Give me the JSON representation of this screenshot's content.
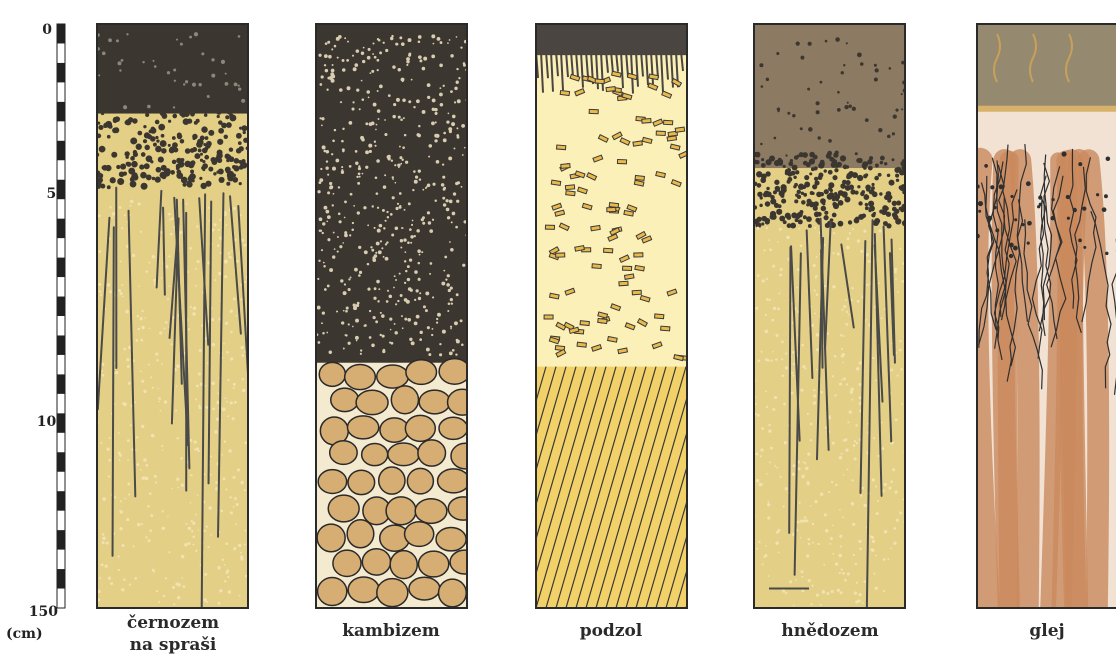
{
  "scale": {
    "ticks": [
      {
        "value": 0,
        "label": "0"
      },
      {
        "value": 50,
        "label": "50"
      },
      {
        "value": 100,
        "label": "100"
      },
      {
        "value": 150,
        "label": "150"
      }
    ],
    "unit": "(cm)",
    "max_depth": 150
  },
  "profiles": [
    {
      "key": "cernozem",
      "name_line1": "černozem",
      "name_line2": "na spraši"
    },
    {
      "key": "kambizem",
      "name_line1": "kambizem",
      "name_line2": ""
    },
    {
      "key": "podzol",
      "name_line1": "podzol",
      "name_line2": ""
    },
    {
      "key": "hnedozem",
      "name_line1": "hnědozem",
      "name_line2": ""
    },
    {
      "key": "glej",
      "name_line1": "glej",
      "name_line2": ""
    }
  ],
  "colors": {
    "dark_humus": "#3b3730",
    "loess": "#e3cf86",
    "brown_topsoil": "#8c7a62",
    "podzol_yellow": "#f2d268",
    "podzol_pale": "#fbf0b8",
    "stone": "#d6ad72",
    "gley_pale": "#f1e2d4",
    "gley_rust": "#c98a5c",
    "outline": "#2a2a2a"
  }
}
